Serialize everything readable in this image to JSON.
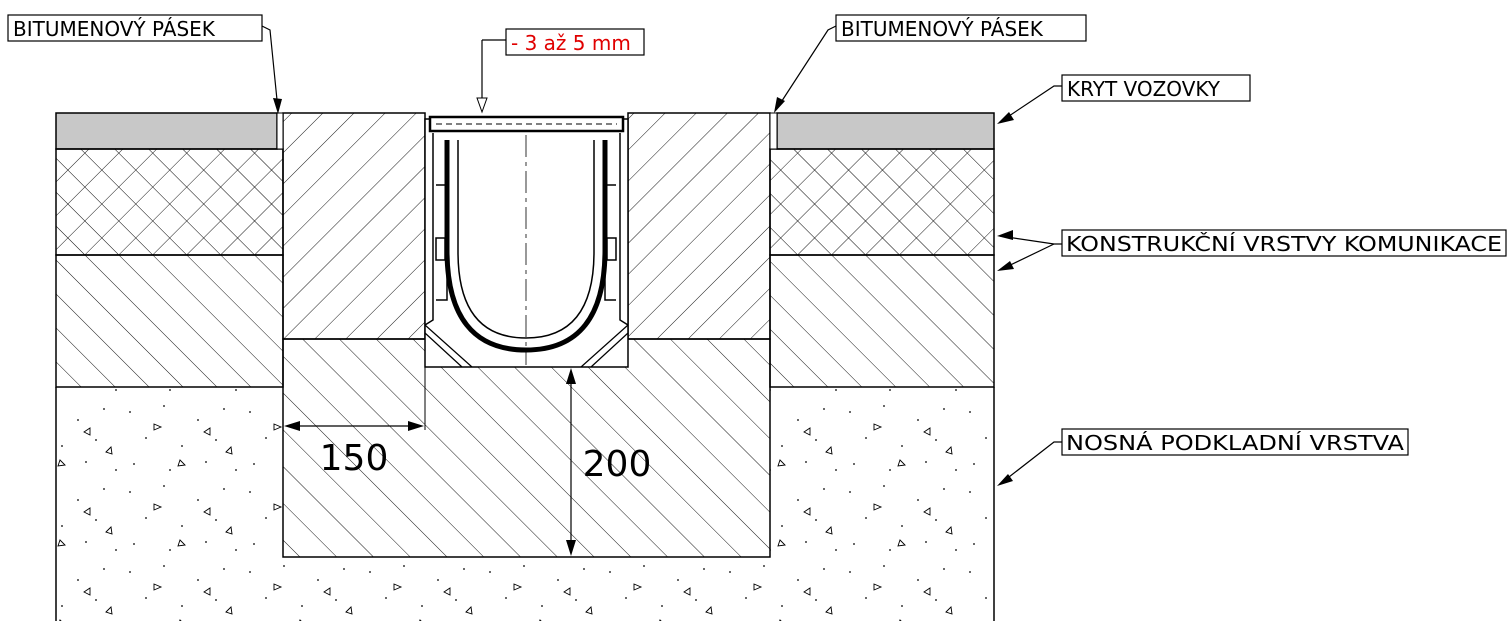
{
  "labels": {
    "bitumen_left": "BITUMENOVÝ PÁSEK",
    "bitumen_right": "BITUMENOVÝ PÁSEK",
    "tolerance": "- 3 až 5 mm",
    "road_surface": "KRYT VOZOVKY",
    "construction_layers": "KONSTRUKČNÍ VRSTVY KOMUNIKACE",
    "base_layer": "NOSNÁ PODKLADNÍ VRSTVA"
  },
  "dimensions": {
    "width": "150",
    "depth": "200"
  },
  "colors": {
    "line": "#000000",
    "asphalt": "#c8c8c8",
    "tolerance_text": "#e00000",
    "background": "#ffffff"
  }
}
